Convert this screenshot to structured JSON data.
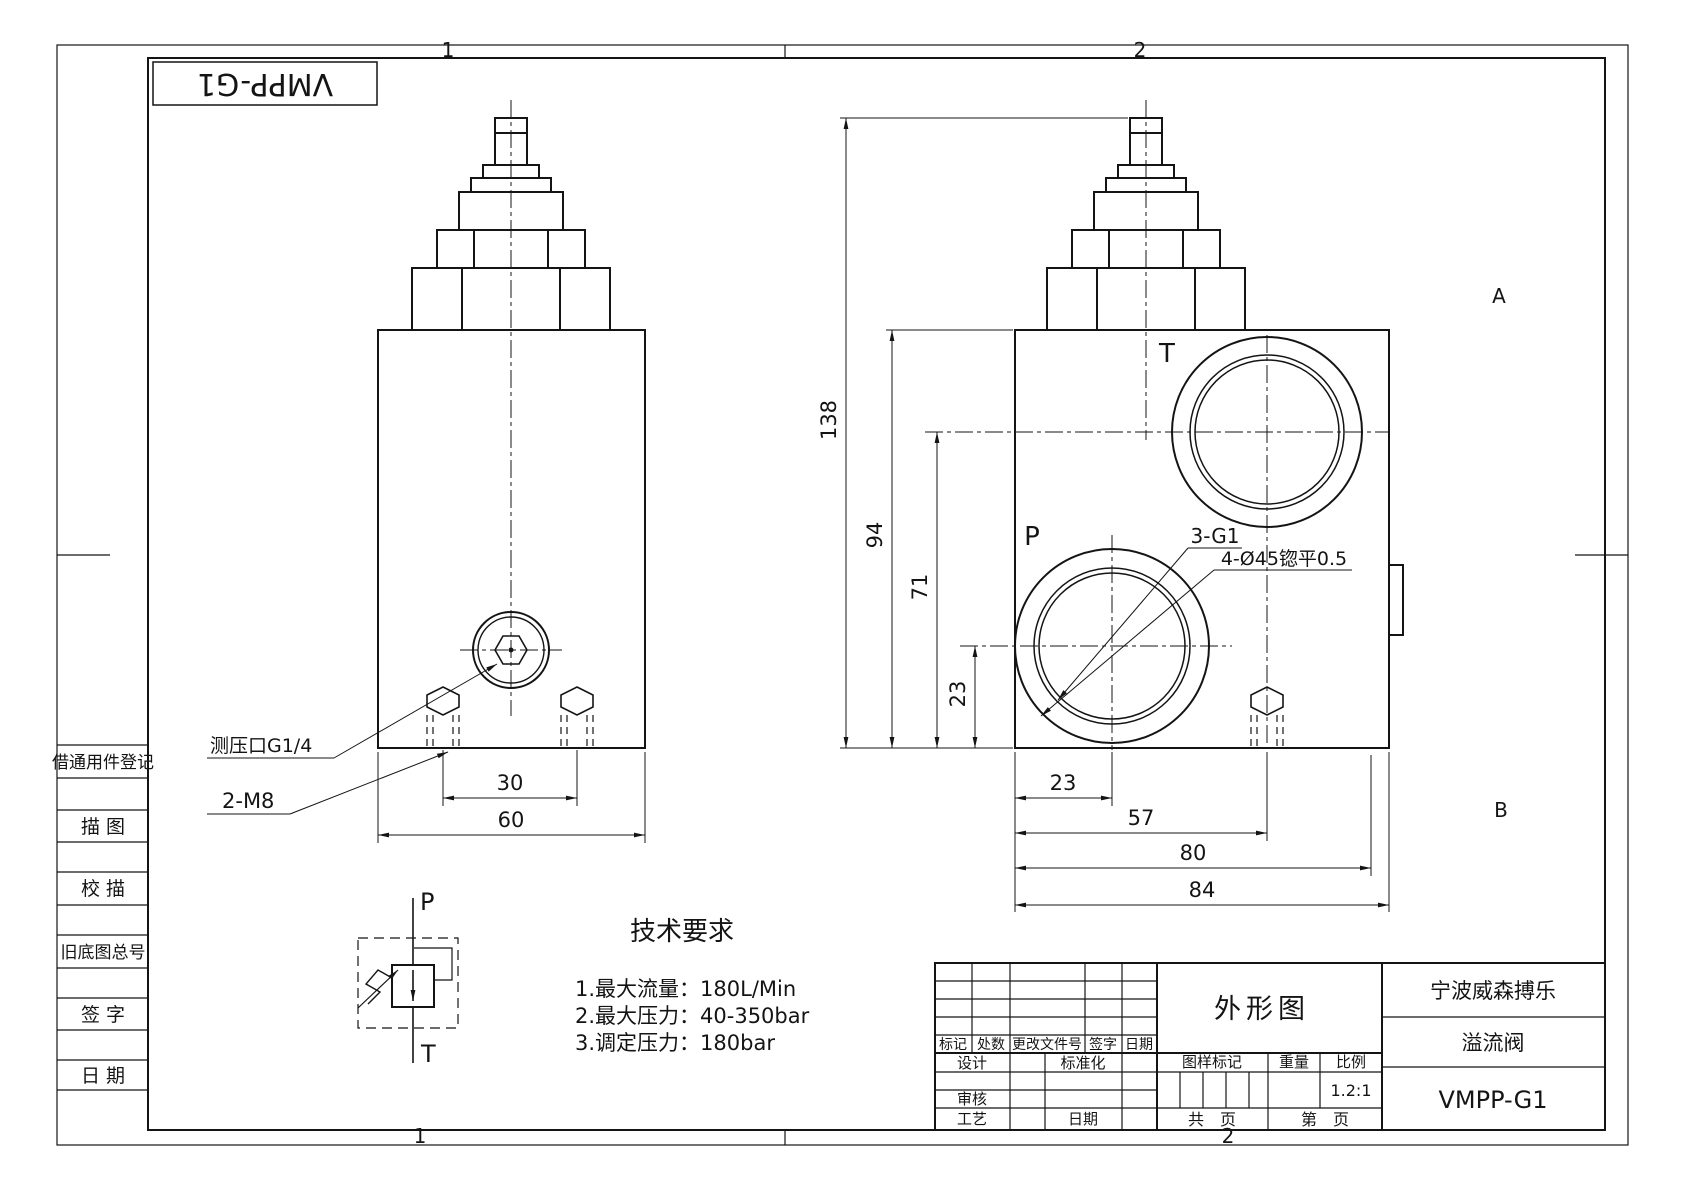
{
  "frame": {
    "zones": {
      "top": [
        "1",
        "2"
      ],
      "bottom": [
        "1",
        "2"
      ],
      "right": [
        "A",
        "B"
      ]
    }
  },
  "stamp": {
    "model": "VMPP-G1"
  },
  "register_panel": {
    "rows": [
      "借通用件登记",
      "描 图",
      "校 描",
      "旧底图总号",
      "签 字",
      "日 期"
    ]
  },
  "front_view": {
    "dim_hole_spacing": "30",
    "dim_width": "60",
    "label_gauge_port": "测压口G1/4",
    "label_studs": "2-M8"
  },
  "side_view": {
    "port_t": "T",
    "port_p": "P",
    "callout_thread": "3-G1",
    "callout_counterbore": "4-Ø45锪平0.5",
    "dim_total_height": "138",
    "dim_body_height": "94",
    "dim_t_height": "71",
    "dim_p_height": "23",
    "dim_p_x": "23",
    "dim_t_x": "57",
    "dim_stud_x": "80",
    "dim_body_width": "84"
  },
  "schematic": {
    "port_p": "P",
    "port_t": "T"
  },
  "tech_requirements": {
    "title": "技术要求",
    "items": [
      "1.最大流量：180L/Min",
      "2.最大压力：40-350bar",
      "3.调定压力：180bar"
    ]
  },
  "title_block": {
    "rev_headers": [
      "标记",
      "处数",
      "更改文件号",
      "签字",
      "日期"
    ],
    "design": "设计",
    "standardize": "标准化",
    "check": "审核",
    "process": "工艺",
    "date": "日期",
    "drawing_mark": "图样标记",
    "weight": "重量",
    "scale": "比例",
    "scale_value": "1.2:1",
    "total_pages": "共　页",
    "page_no": "第　页",
    "view_name": "外形图",
    "company": "宁波威森搏乐",
    "part_name": "溢流阀",
    "model": "VMPP-G1"
  }
}
